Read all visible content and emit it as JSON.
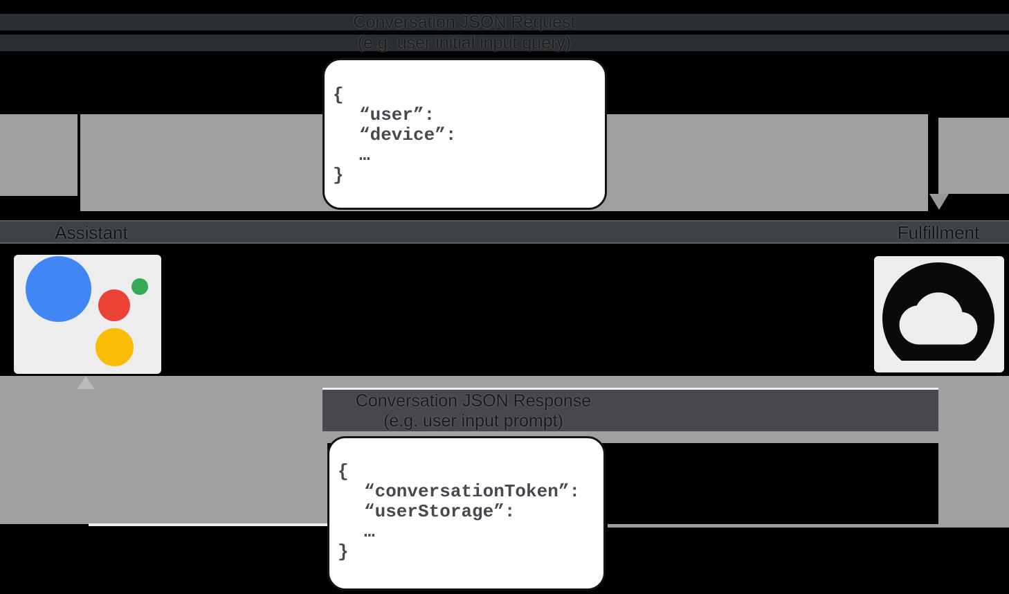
{
  "top_label": {
    "line1": "Conversation JSON Request",
    "line2": "(e.g. user initial input query)"
  },
  "request_box": {
    "lines": [
      "{",
      "“user”:",
      "“device”:",
      "…",
      "}"
    ]
  },
  "assistant": {
    "label": "Assistant"
  },
  "fulfillment": {
    "label": "Fulfillment"
  },
  "bottom_label": {
    "line1": "Conversation JSON Response",
    "line2": "(e.g. user input prompt)"
  },
  "response_box": {
    "lines": [
      "{",
      "“conversationToken”:",
      "“userStorage”:",
      "…",
      "}"
    ]
  },
  "icons": {
    "assistant": "google-assistant-logo",
    "fulfillment": "cloud-in-circle"
  },
  "colors": {
    "background": "#000000",
    "arrow_gray": "#A0A0A1",
    "label_band": "#46484B",
    "name_strip": "#3E4145",
    "box_text": "#46494E",
    "google_blue": "#4285F4",
    "google_red": "#EA4335",
    "google_green": "#34A853",
    "google_yellow": "#FBBC05"
  }
}
